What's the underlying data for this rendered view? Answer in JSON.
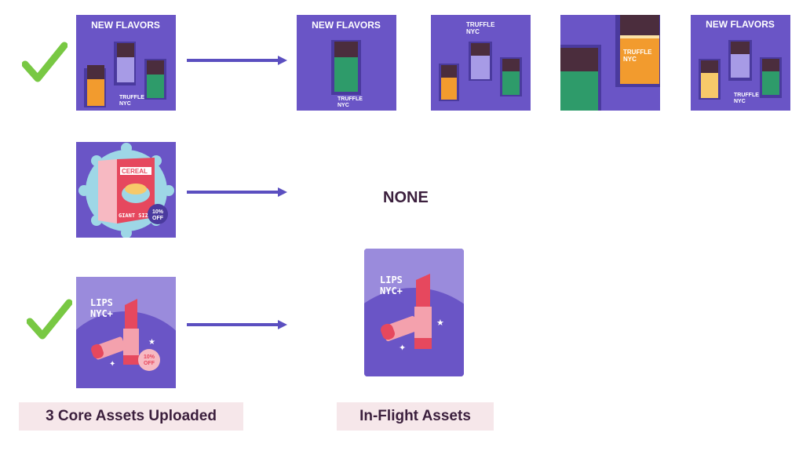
{
  "colors": {
    "tile_purple": "#6a55c6",
    "check_green": "#78c843",
    "arrow_blue": "#5b4fc0",
    "label_bg": "#f6e7ea",
    "label_text": "#3b1f3d"
  },
  "rows": [
    {
      "status": "check-icon",
      "core_asset": {
        "headline": "NEW FLAVORS",
        "brand_line1": "TRUFFLE",
        "brand_line2": "NYC"
      },
      "inflight": [
        {
          "headline": "NEW FLAVORS",
          "brand_line1": "TRUFFLE",
          "brand_line2": "NYC"
        },
        {
          "brand_line1": "TRUFFLE",
          "brand_line2": "NYC"
        },
        {
          "brand_line1": "TRUFFLE",
          "brand_line2": "NYC"
        },
        {
          "headline": "NEW FLAVORS",
          "brand_line1": "TRUFFLE",
          "brand_line2": "NYC"
        }
      ]
    },
    {
      "status": "",
      "core_asset": {
        "box_label": "CEREAL",
        "box_size": "GIANT SIZ",
        "badge_line1": "10%",
        "badge_line2": "OFF"
      },
      "inflight_text": "NONE"
    },
    {
      "status": "check-icon",
      "core_asset": {
        "brand_line1": "LIPS",
        "brand_line2": "NYC+",
        "badge_line1": "10%",
        "badge_line2": "OFF"
      },
      "inflight": [
        {
          "brand_line1": "LIPS",
          "brand_line2": "NYC+"
        }
      ]
    }
  ],
  "labels": {
    "core": "3 Core Assets Uploaded",
    "inflight": "In-Flight Assets"
  }
}
